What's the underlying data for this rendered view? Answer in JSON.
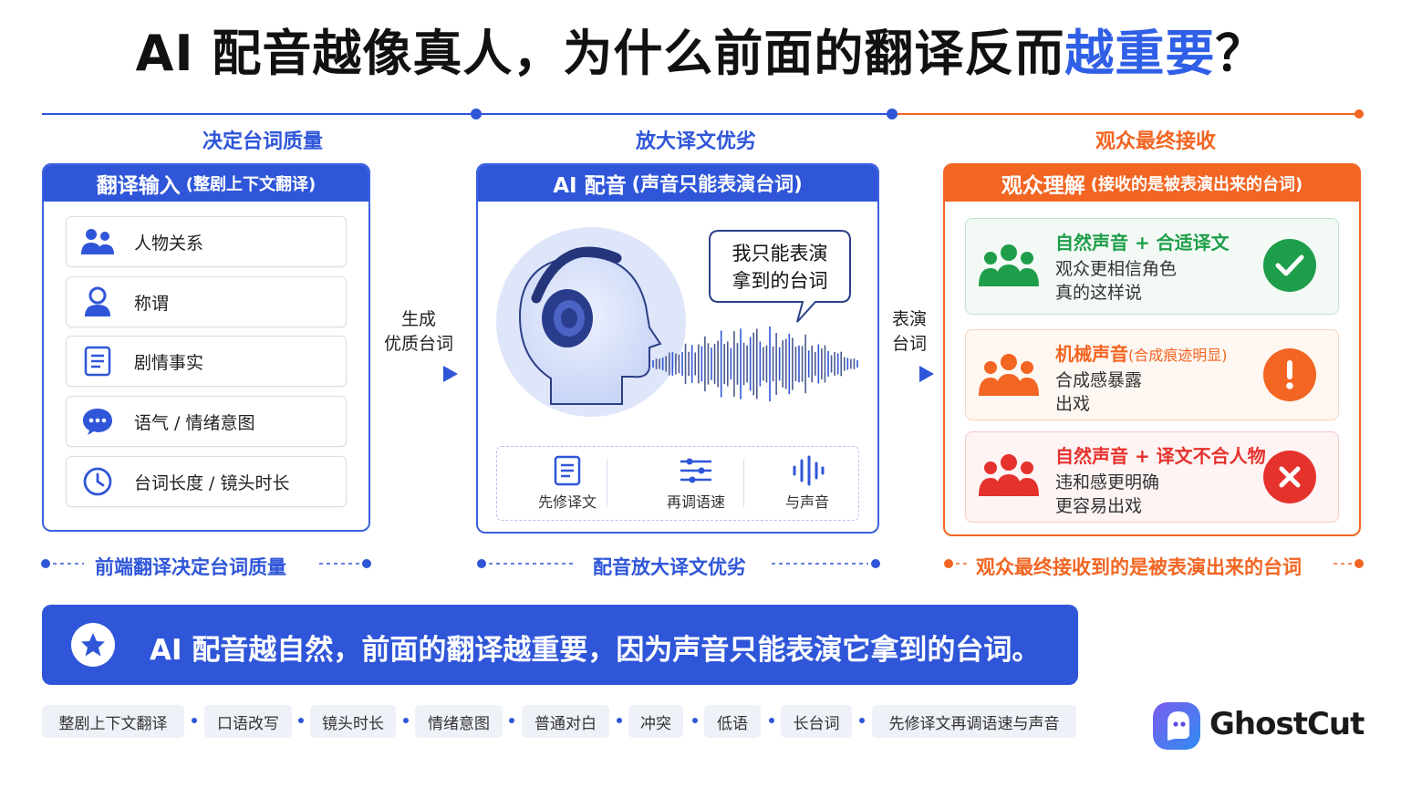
{
  "title": {
    "part1": "AI 配音越像真人，为什么前面的翻译反而",
    "highlight": "越重要",
    "part2": "？"
  },
  "columns": {
    "col1_heading": "决定台词质量",
    "col2_heading": "放大译文优劣",
    "col3_heading": "观众最终接收"
  },
  "left_panel": {
    "title": "翻译输入",
    "subtitle": "(整剧上下文翻译)",
    "items": [
      {
        "label": "人物关系",
        "icon": "people-icon"
      },
      {
        "label": "称谓",
        "icon": "person-icon"
      },
      {
        "label": "剧情事实",
        "icon": "document-icon"
      },
      {
        "label": "语气 / 情绪意图",
        "icon": "chat-bubble-icon"
      },
      {
        "label": "台词长度 / 镜头时长",
        "icon": "clock-icon"
      }
    ]
  },
  "arrow1": {
    "line1": "生成",
    "line2": "优质台词"
  },
  "middle_panel": {
    "title": "AI 配音",
    "subtitle": "(声音只能表演台词)",
    "bubble_line1": "我只能表演",
    "bubble_line2": "拿到的台词",
    "tools": [
      {
        "label": "先修译文",
        "icon": "document-icon"
      },
      {
        "label": "再调语速",
        "icon": "sliders-icon"
      },
      {
        "label": "与声音",
        "icon": "soundwave-icon"
      }
    ]
  },
  "arrow2": {
    "line1": "表演",
    "line2": "台词"
  },
  "right_panel": {
    "title": "观众理解",
    "subtitle": "(接收的是被表演出来的台词)",
    "cards": [
      {
        "title": "自然声音 + 合适译文",
        "note": "",
        "line1": "观众更相信角色",
        "line2": "真的这样说",
        "badge": "check-icon",
        "color": "#1e9e4a"
      },
      {
        "title": "机械声音",
        "note": "(合成痕迹明显)",
        "line1": "合成感暴露",
        "line2": "出戏",
        "badge": "exclamation-icon",
        "color": "#f26522"
      },
      {
        "title": "自然声音 + 译文不合人物",
        "note": "",
        "line1": "违和感更明确",
        "line2": "更容易出戏",
        "badge": "cross-icon",
        "color": "#e5322d"
      }
    ]
  },
  "bottom_lines": {
    "left": "前端翻译决定台词质量",
    "middle": "配音放大译文优劣",
    "right": "观众最终接收到的是被表演出来的台词"
  },
  "banner": {
    "text": "AI 配音越自然，前面的翻译越重要，因为声音只能表演它拿到的台词。",
    "icon": "star-icon"
  },
  "tags": [
    "整剧上下文翻译",
    "口语改写",
    "镜头时长",
    "情绪意图",
    "普通对白",
    "冲突",
    "低语",
    "长台词",
    "先修译文再调语速与声音"
  ],
  "brand": {
    "name": "GhostCut",
    "icon": "ghost-logo-icon"
  },
  "colors": {
    "blue": "#2f56d8",
    "orange": "#f26522",
    "green": "#1e9e4a",
    "red": "#e5322d"
  }
}
